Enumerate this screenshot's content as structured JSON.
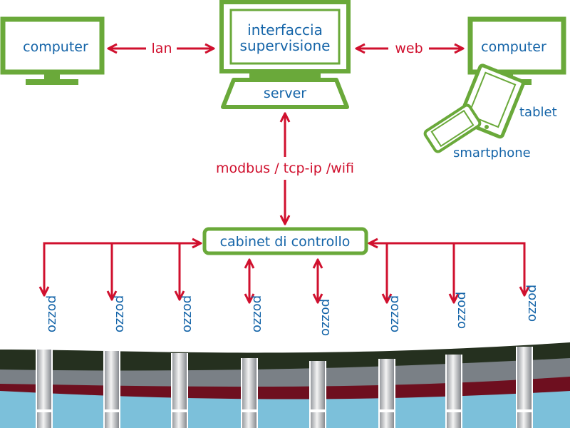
{
  "colors": {
    "green": "#6aa93a",
    "blue": "#1464a8",
    "red": "#d0102e",
    "water": "#7cc0da",
    "soil_dark": "#25301f",
    "soil_gray": "#7a8086",
    "soil_red": "#6e0f1f"
  },
  "devices": {
    "left_computer": "computer",
    "right_computer": "computer",
    "server_screen_line1": "interfaccia",
    "server_screen_line2": "supervisione",
    "server": "server",
    "tablet": "tablet",
    "smartphone": "smartphone"
  },
  "links": {
    "lan": "lan",
    "web": "web",
    "protocols": "modbus / tcp-ip /wifi"
  },
  "cabinet": "cabinet di controllo",
  "wells": [
    "pozzo",
    "pozzo",
    "pozzo",
    "pozzo",
    "pozzo",
    "pozzo",
    "pozzo",
    "pozzo"
  ]
}
